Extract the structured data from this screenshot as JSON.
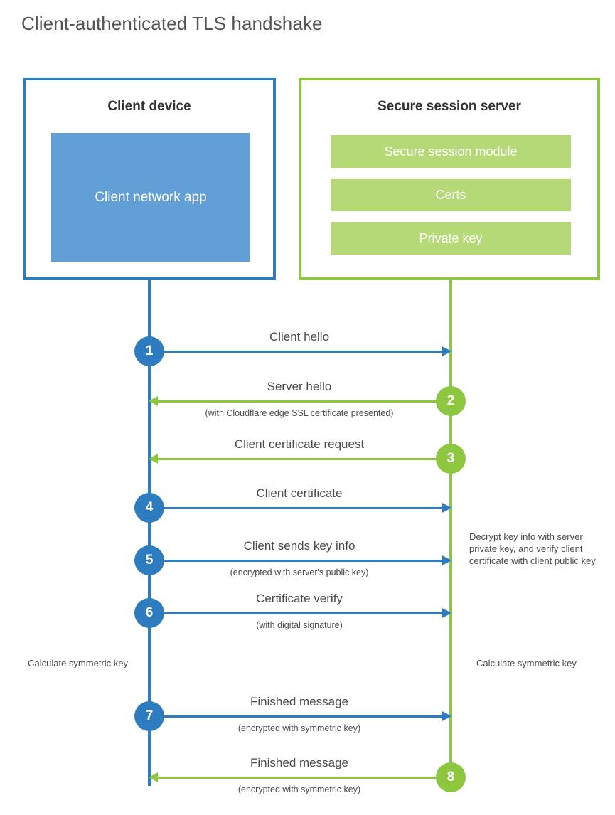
{
  "title": "Client-authenticated TLS handshake",
  "colors": {
    "client_blue": "#2e7cc0",
    "client_app_fill": "#629fd6",
    "server_green": "#8dc63f",
    "server_bar_fill": "#b5d977",
    "text": "#4a4a4a",
    "heading": "#333333",
    "background": "#ffffff"
  },
  "client": {
    "heading": "Client device",
    "app_label": "Client network app"
  },
  "server": {
    "heading": "Secure session server",
    "components": [
      {
        "label": "Secure session module"
      },
      {
        "label": "Certs"
      },
      {
        "label": "Private key"
      }
    ]
  },
  "steps": [
    {
      "number": "1",
      "label": "Client hello",
      "sublabel": "",
      "direction": "client-to-server",
      "color": "blue",
      "badge_side": "client"
    },
    {
      "number": "2",
      "label": "Server hello",
      "sublabel": "(with Cloudflare edge SSL certificate presented)",
      "direction": "server-to-client",
      "color": "green",
      "badge_side": "server"
    },
    {
      "number": "3",
      "label": "Client certificate request",
      "sublabel": "",
      "direction": "server-to-client",
      "color": "green",
      "badge_side": "server"
    },
    {
      "number": "4",
      "label": "Client certificate",
      "sublabel": "",
      "direction": "client-to-server",
      "color": "blue",
      "badge_side": "client"
    },
    {
      "number": "5",
      "label": "Client sends key info",
      "sublabel": "(encrypted with server's public key)",
      "direction": "client-to-server",
      "color": "blue",
      "badge_side": "client"
    },
    {
      "number": "6",
      "label": "Certificate verify",
      "sublabel": "(with digital signature)",
      "direction": "client-to-server",
      "color": "blue",
      "badge_side": "client"
    },
    {
      "number": "7",
      "label": "Finished message",
      "sublabel": "(encrypted with symmetric key)",
      "direction": "client-to-server",
      "color": "blue",
      "badge_side": "client"
    },
    {
      "number": "8",
      "label": "Finished message",
      "sublabel": "(encrypted with symmetric key)",
      "direction": "server-to-client",
      "color": "green",
      "badge_side": "server"
    }
  ],
  "annotations": {
    "decrypt_note": "Decrypt key info with server private key, and verify client certificate with client public key",
    "calc_key_client": "Calculate symmetric key",
    "calc_key_server": "Calculate symmetric key"
  }
}
